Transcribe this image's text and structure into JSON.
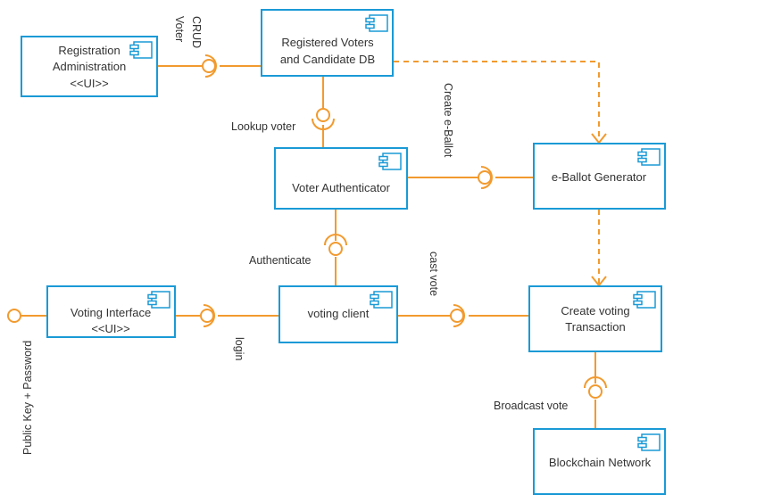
{
  "colors": {
    "component_border": "#1a9ad6",
    "connector": "#f29a2e",
    "text": "#333333",
    "background": "#ffffff"
  },
  "icon": "uml-component-icon",
  "components": {
    "registration_admin": {
      "lines": [
        "Registration",
        "Administration",
        "<<UI>>"
      ]
    },
    "voters_db": {
      "lines": [
        "Registered Voters",
        "and Candidate DB"
      ]
    },
    "voter_authenticator": {
      "lines": [
        "Voter Authenticator"
      ]
    },
    "eballot_generator": {
      "lines": [
        "e-Ballot Generator"
      ]
    },
    "voting_interface": {
      "lines": [
        "Voting Interface",
        "<<UI>>"
      ]
    },
    "voting_client": {
      "lines": [
        "voting client"
      ]
    },
    "create_transaction": {
      "lines": [
        "Create voting",
        "Transaction"
      ]
    },
    "blockchain": {
      "lines": [
        "Blockchain Network"
      ]
    }
  },
  "connectors": {
    "crud_voter": [
      "CRUD",
      "Voter"
    ],
    "lookup_voter": "Lookup voter",
    "create_eballot": "Create e-Ballot",
    "authenticate": "Authenticate",
    "cast_vote": "cast vote",
    "login": "login",
    "public_key": "Public Key + Password",
    "broadcast_vote": "Broadcast vote"
  }
}
